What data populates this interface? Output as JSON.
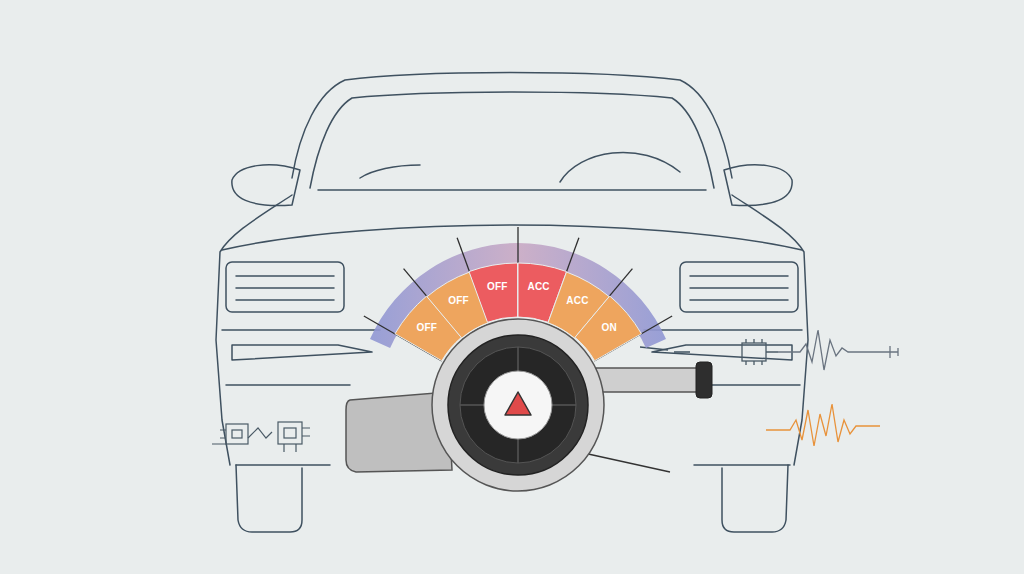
{
  "diagram": {
    "nodes": [
      {
        "text": [
          "OFF"
        ]
      },
      {
        "text": [
          "OFF"
        ]
      },
      {
        "text": [
          "OFF"
        ]
      },
      {
        "text": [
          "ACC"
        ]
      },
      {
        "text": [
          "ACC"
        ]
      },
      {
        "text": [
          "ON"
        ]
      }
    ]
  }
}
